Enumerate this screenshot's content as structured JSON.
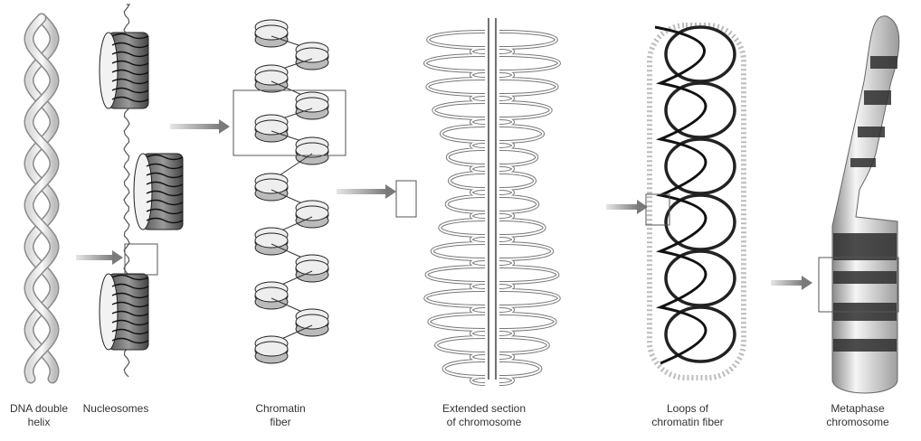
{
  "labels": {
    "dna": {
      "line1": "DNA double",
      "line2": "helix"
    },
    "nucleosomes": {
      "line1": "Nucleosomes",
      "line2": ""
    },
    "chromatin": {
      "line1": "Chromatin",
      "line2": "fiber"
    },
    "extended": {
      "line1": "Extended section",
      "line2": "of chromosome"
    },
    "loops": {
      "line1": "Loops of",
      "line2": "chromatin fiber"
    },
    "metaphase": {
      "line1": "Metaphase",
      "line2": "chromosome"
    }
  },
  "colors": {
    "ink": "#333333",
    "arrow": "#9a9a9a",
    "band": "#2e2e2e"
  }
}
